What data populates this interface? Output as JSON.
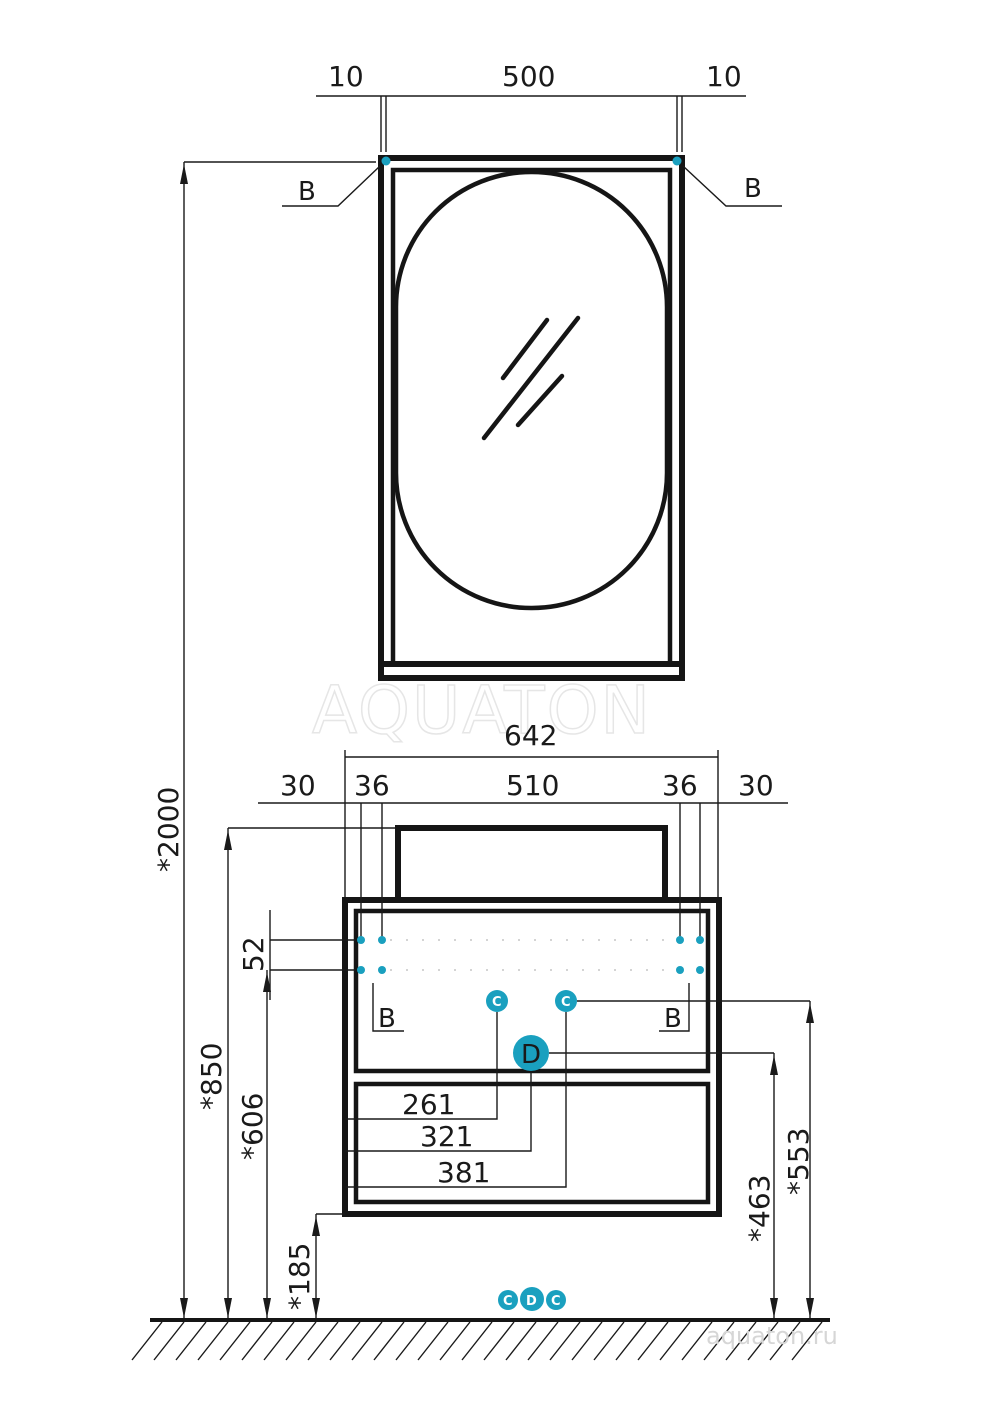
{
  "watermark": "AQUATON",
  "site": "aquaton.ru",
  "mirror": {
    "width_left_gap": "10",
    "width_main": "500",
    "width_right_gap": "10",
    "fix_label_left": "B",
    "fix_label_right": "B"
  },
  "overall_height": "*2000",
  "cabinet": {
    "overall_width": "642",
    "w_side_left": "30",
    "w_inner_left": "36",
    "w_middle": "510",
    "w_inner_right": "36",
    "w_side_right": "30",
    "h_top": "*850",
    "h_606": "*606",
    "h_185": "*185",
    "h_553": "*553",
    "h_463": "*463",
    "d_52": "52",
    "off_261": "261",
    "off_321": "321",
    "off_381": "381",
    "fix_label_left": "B",
    "fix_label_right": "B",
    "conn_c": "C",
    "conn_d": "D"
  },
  "colors": {
    "accent": "#1aa0bf",
    "line": "#151515"
  }
}
